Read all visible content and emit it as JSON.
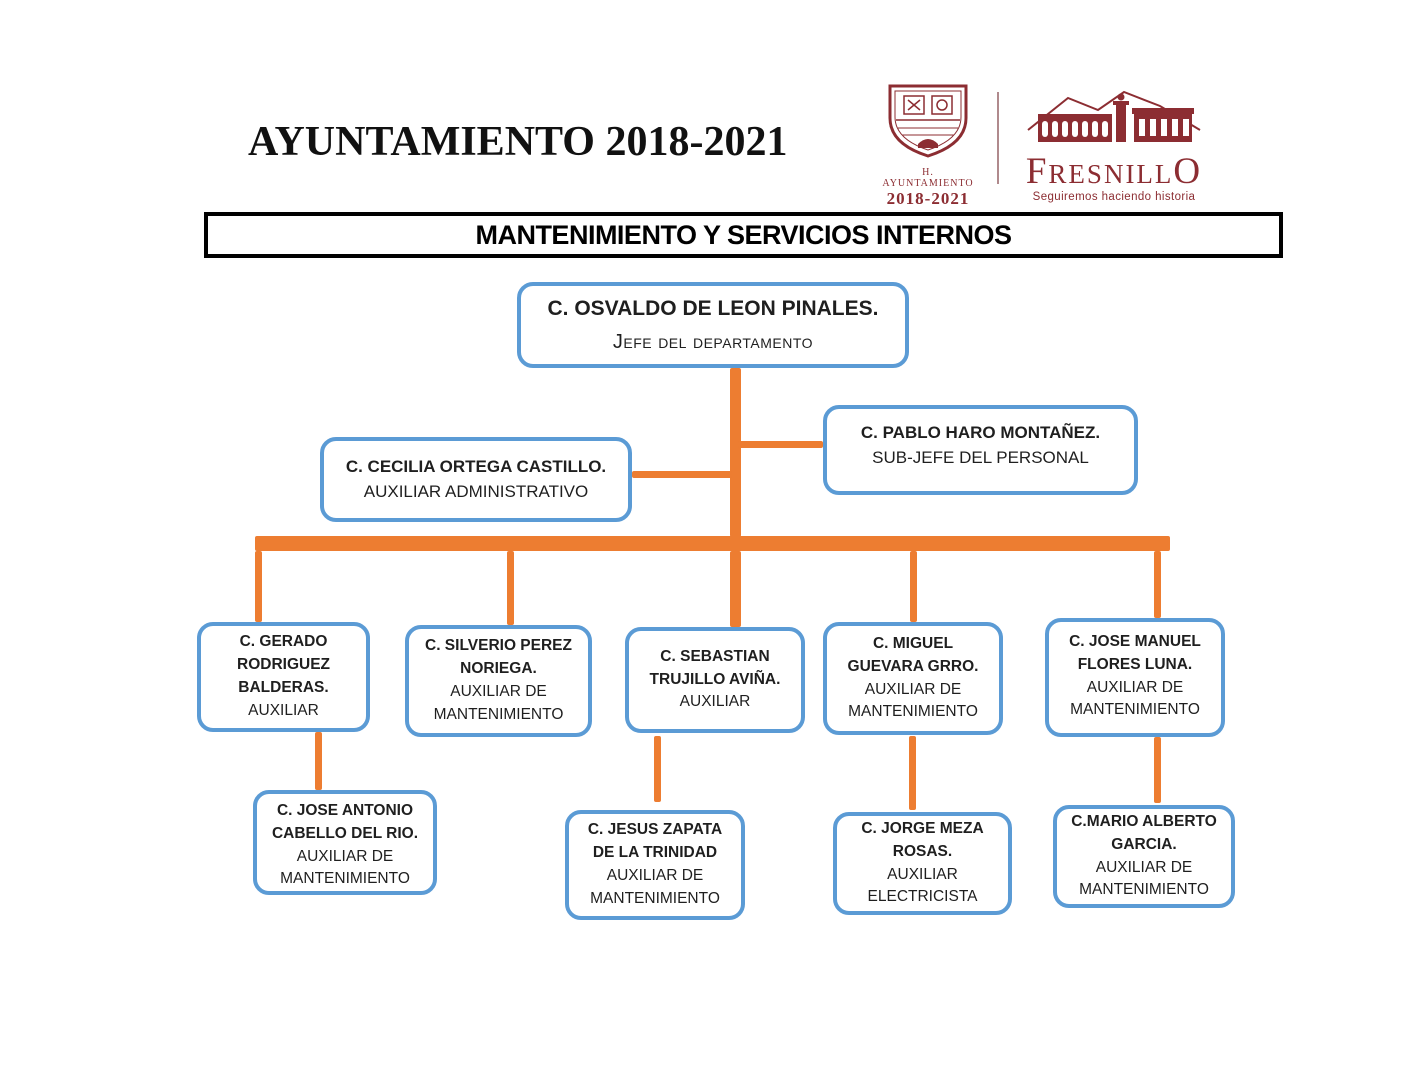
{
  "page": {
    "title": "AYUNTAMIENTO 2018-2021",
    "department": "MANTENIMIENTO Y SERVICIOS INTERNOS"
  },
  "brand": {
    "crest_caption": "H. AYUNTAMIENTO",
    "crest_years": "2018-2021",
    "wordmark_first": "F",
    "wordmark_middle": "RESNILL",
    "wordmark_last": "O",
    "tagline": "Seguiremos haciendo historia"
  },
  "colors": {
    "connector_orange": "#ED7D31",
    "box_border_blue": "#5B9BD5",
    "brand_maroon": "#8C2D32",
    "banner_border_black": "#000000"
  },
  "org": {
    "jefe": {
      "name": "C. OSVALDO DE LEON PINALES.",
      "role": "Jefe del departamento"
    },
    "sub_jefe": {
      "name": "C. PABLO HARO MONTAÑEZ.",
      "role": "SUB-JEFE DEL PERSONAL"
    },
    "auxiliar_administrativo": {
      "name": "C. CECILIA ORTEGA CASTILLO.",
      "role": "AUXILIAR ADMINISTRATIVO"
    },
    "level2": [
      {
        "name": "C. GERADO\nRODRIGUEZ\nBALDERAS.",
        "role": "AUXILIAR"
      },
      {
        "name": "C. SILVERIO PEREZ\nNORIEGA.",
        "role": "AUXILIAR DE\nMANTENIMIENTO"
      },
      {
        "name": "C. SEBASTIAN\nTRUJILLO AVIÑA.",
        "role": "AUXILIAR"
      },
      {
        "name": "C. MIGUEL\nGUEVARA GRRO.",
        "role": "AUXILIAR DE\nMANTENIMIENTO"
      },
      {
        "name": "C. JOSE MANUEL\nFLORES LUNA.",
        "role": "AUXILIAR DE\nMANTENIMIENTO"
      }
    ],
    "level3": [
      {
        "name": "C. JOSE ANTONIO\nCABELLO DEL RIO.",
        "role": "AUXILIAR DE\nMANTENIMIENTO"
      },
      {
        "name": "C. JESUS ZAPATA\nDE LA TRINIDAD",
        "role": "AUXILIAR DE\nMANTENIMIENTO"
      },
      {
        "name": "C. JORGE MEZA\nROSAS.",
        "role": "AUXILIAR\nELECTRICISTA"
      },
      {
        "name": "C.MARIO ALBERTO\nGARCIA.",
        "role": "AUXILIAR DE\nMANTENIMIENTO"
      }
    ]
  }
}
